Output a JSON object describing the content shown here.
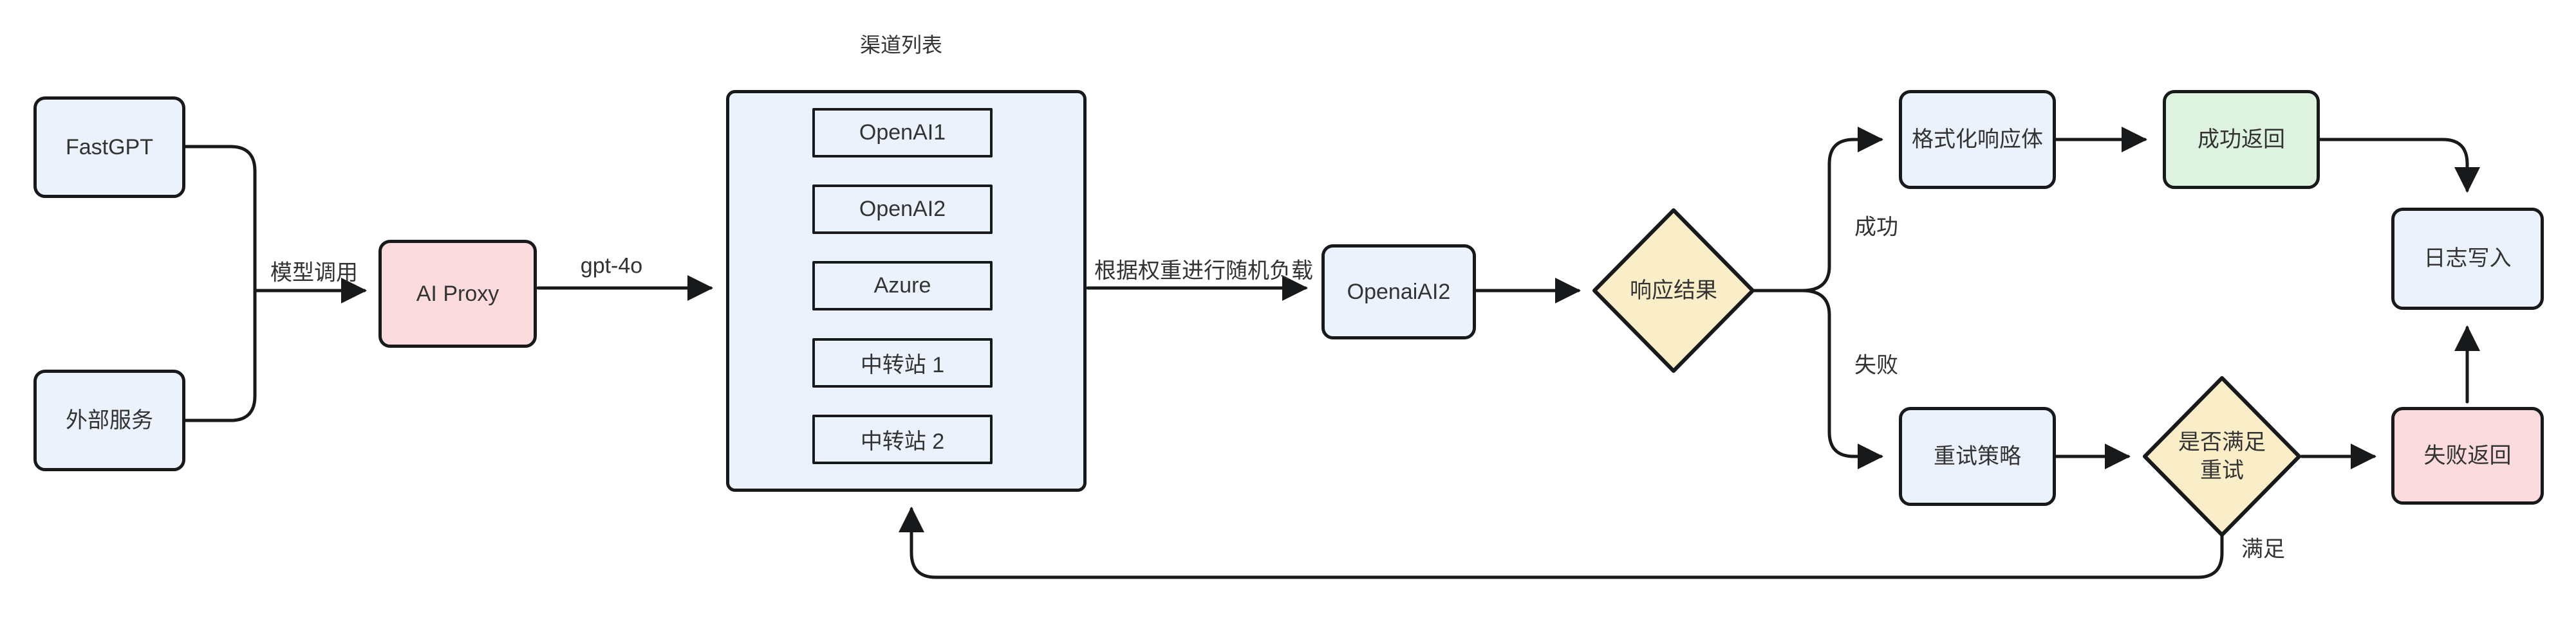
{
  "nodes": {
    "fastgpt": {
      "label": "FastGPT"
    },
    "external_service": {
      "label": "外部服务"
    },
    "ai_proxy": {
      "label": "AI Proxy"
    },
    "channel_list": {
      "title": "渠道列表",
      "items": [
        "OpenAI1",
        "OpenAI2",
        "Azure",
        "中转站 1",
        "中转站 2"
      ]
    },
    "openai_ai2": {
      "label": "OpenaiAI2"
    },
    "response_result": {
      "label": "响应结果"
    },
    "format_response": {
      "label": "格式化响应体"
    },
    "success_return": {
      "label": "成功返回"
    },
    "log_write": {
      "label": "日志写入"
    },
    "retry_strategy": {
      "label": "重试策略"
    },
    "retry_check": {
      "line1": "是否满足",
      "line2": "重试"
    },
    "fail_return": {
      "label": "失败返回"
    }
  },
  "edge_labels": {
    "model_call": "模型调用",
    "model_name": "gpt-4o",
    "load_balance": "根据权重进行随机负载",
    "success": "成功",
    "fail": "失败",
    "satisfied": "满足"
  },
  "colors": {
    "background": "#ffffff",
    "node_fill": "#ecf2fb",
    "node_border": "#17191a",
    "accent_pink": "#fbdbde",
    "accent_green": "#ddf2df",
    "accent_yellow": "#faeec9",
    "edge_line": "#17191a",
    "text": "#333333"
  }
}
